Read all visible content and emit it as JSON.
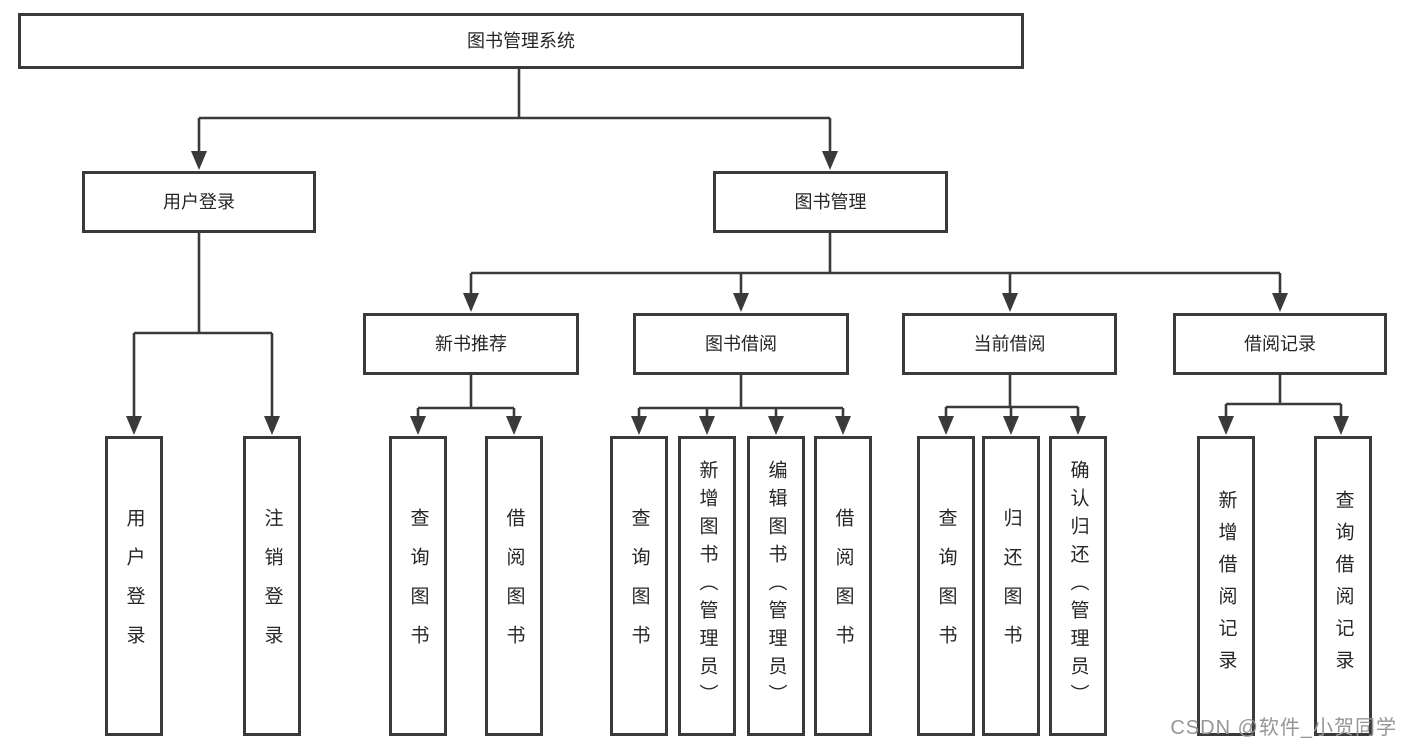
{
  "diagram": {
    "root": {
      "label": "图书管理系统"
    },
    "branches": [
      {
        "label": "用户登录",
        "children": [
          {
            "label": "用户登录"
          },
          {
            "label": "注销登录"
          }
        ]
      },
      {
        "label": "图书管理",
        "children": [
          {
            "label": "新书推荐",
            "children": [
              {
                "label": "查询图书"
              },
              {
                "label": "借阅图书"
              }
            ]
          },
          {
            "label": "图书借阅",
            "children": [
              {
                "label": "查询图书"
              },
              {
                "label": "新增图书（管理员）"
              },
              {
                "label": "编辑图书（管理员）"
              },
              {
                "label": "借阅图书"
              }
            ]
          },
          {
            "label": "当前借阅",
            "children": [
              {
                "label": "查询图书"
              },
              {
                "label": "归还图书"
              },
              {
                "label": "确认归还（管理员）"
              }
            ]
          },
          {
            "label": "借阅记录",
            "children": [
              {
                "label": "新增借阅记录"
              },
              {
                "label": "查询借阅记录"
              }
            ]
          }
        ]
      }
    ]
  },
  "colors": {
    "line": "#3a3a3a",
    "box_fill": "#ffffff",
    "text": "#262626",
    "watermark": "#969696"
  },
  "watermark": {
    "text": "CSDN @软件_小贺同学"
  }
}
